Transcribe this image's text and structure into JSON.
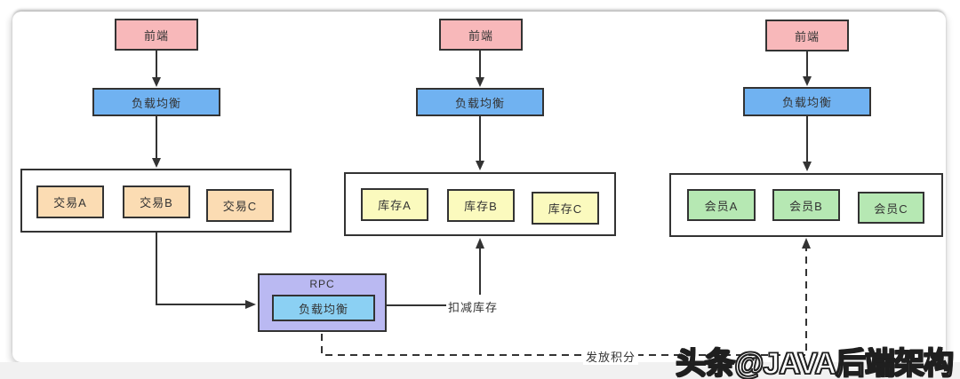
{
  "diagram": {
    "clusters": [
      {
        "name": "trade",
        "frontend_label": "前端",
        "lb_label": "负载均衡",
        "services": [
          "交易A",
          "交易B",
          "交易C"
        ]
      },
      {
        "name": "inventory",
        "frontend_label": "前端",
        "lb_label": "负载均衡",
        "services": [
          "库存A",
          "库存B",
          "库存C"
        ]
      },
      {
        "name": "member",
        "frontend_label": "前端",
        "lb_label": "负载均衡",
        "services": [
          "会员A",
          "会员B",
          "会员C"
        ]
      }
    ],
    "rpc": {
      "title": "RPC",
      "lb_label": "负载均衡"
    },
    "edge_labels": {
      "deduct_inventory": "扣减库存",
      "grant_points": "发放积分"
    }
  },
  "watermark": {
    "text": "头条@JAVA后端架构"
  },
  "colors": {
    "frontend_fill": "#f8b8ba",
    "lb_fill": "#70b2f1",
    "trade_service_fill": "#fbdcb3",
    "inventory_service_fill": "#fbfabe",
    "member_service_fill": "#b6e8b3",
    "rpc_fill": "#bab9f2",
    "rpc_inner_lb_fill": "#8bd0f3",
    "box_border": "#333333",
    "connector": "#333333"
  }
}
